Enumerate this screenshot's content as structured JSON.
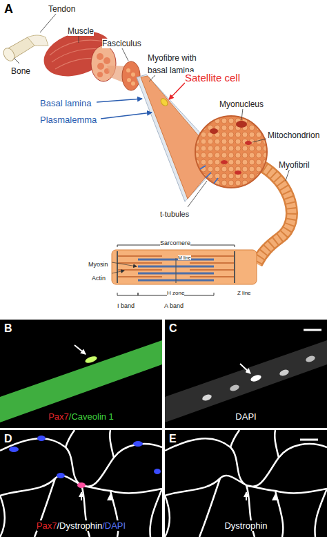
{
  "diagram": {
    "nodes": [
      {
        "text": [
          "B",
          "Pax7",
          "/Caveolin 1"
        ]
      },
      {
        "text": [
          "C",
          "DAPI"
        ]
      },
      {
        "text": [
          "D",
          "Pax7",
          "/Dystrophin",
          "/DAPI"
        ]
      },
      {
        "text": [
          "E",
          "Dystrophin"
        ]
      }
    ],
    "labels": [
      "A",
      "Tendon",
      "Muscle",
      "Bone",
      "Fasciculus",
      "Myofibre with basal lamina",
      "Satellite cell",
      "Basal lamina",
      "Plasmalemma",
      "Myonucleus",
      "Mitochondrion",
      "t-tubules",
      "Myofibril",
      "Sarcomere",
      "M line",
      "Myosin",
      "Actin",
      "H zone",
      "Z line",
      "I band",
      "A band"
    ]
  }
}
